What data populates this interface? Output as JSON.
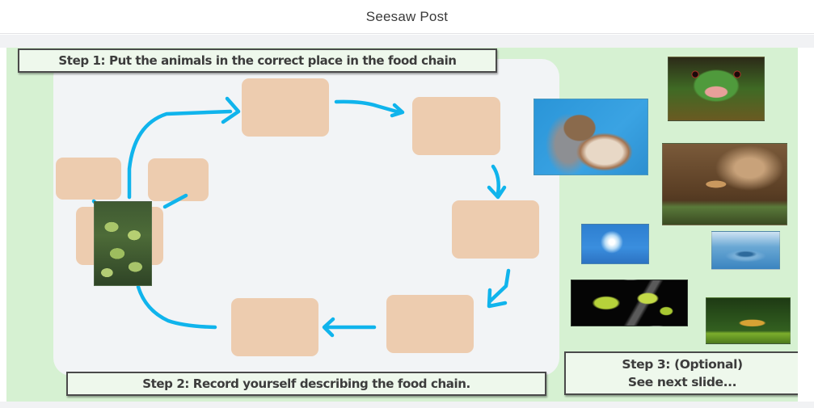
{
  "header": {
    "title": "Seesaw Post"
  },
  "slide": {
    "step1": "Step 1: Put the animals in the correct place in the food chain",
    "step2": "Step 2: Record yourself describing the food chain.",
    "step3_line1": "Step 3: (Optional)",
    "step3_line2": "See next slide...",
    "chain_slots_count": 8,
    "images": [
      {
        "name": "plant",
        "subject": "hosta plant"
      },
      {
        "name": "hawk",
        "subject": "hawk"
      },
      {
        "name": "frog",
        "subject": "red-eyed tree frog"
      },
      {
        "name": "mushroom",
        "subject": "mushroom on mossy log"
      },
      {
        "name": "sun",
        "subject": "sun in blue sky"
      },
      {
        "name": "water",
        "subject": "water droplet"
      },
      {
        "name": "snake",
        "subject": "green snake"
      },
      {
        "name": "grasshopper",
        "subject": "grasshopper"
      }
    ]
  },
  "colors": {
    "slide_background": "#d6f1d2",
    "panel_background": "#f2f4f6",
    "slot_fill": "#edccaf",
    "arrow": "#10b4ec"
  }
}
